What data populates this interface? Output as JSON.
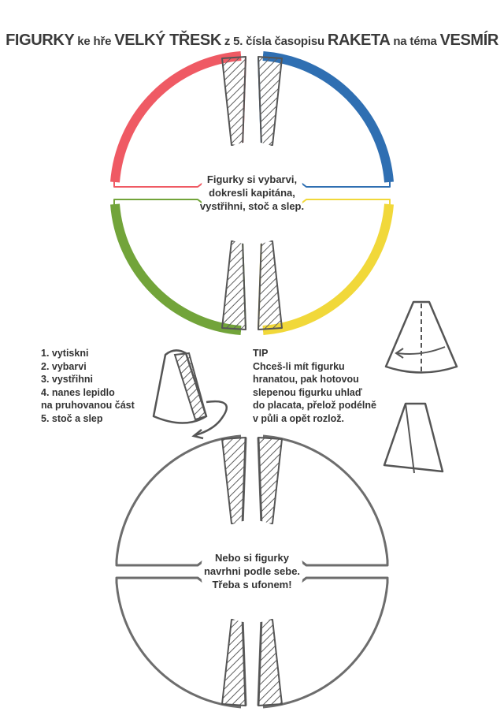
{
  "title": {
    "parts": [
      {
        "text": "FIGURKY",
        "size": "big"
      },
      {
        "text": " ke hře ",
        "size": "small"
      },
      {
        "text": "VELKÝ TŘESK",
        "size": "big"
      },
      {
        "text": " z 5. čísla časopisu ",
        "size": "small"
      },
      {
        "text": "RAKETA",
        "size": "big"
      },
      {
        "text": " na téma ",
        "size": "small"
      },
      {
        "text": "VESMÍR",
        "size": "big"
      }
    ]
  },
  "colors": {
    "red": "#ef5a64",
    "blue": "#2f6fb2",
    "green": "#72a43a",
    "yellow": "#f1d83a",
    "outline": "#6d6d6d"
  },
  "top_circle": {
    "lines": [
      "Figurky si vybarvi,",
      "dokresli kapitána,",
      "vystřihni, stoč a slep."
    ]
  },
  "steps": {
    "lines": [
      "1. vytiskni",
      "2. vybarvi",
      "3. vystřihni",
      "4. nanes lepidlo",
      "na pruhovanou část",
      "5. stoč a slep"
    ]
  },
  "tip": {
    "heading": "TIP",
    "lines": [
      "Chceš-li mít figurku",
      "hranatou, pak hotovou",
      "slepenou figurku uhlaď",
      "do placata, přelož podélně",
      "v půli a opět rozlož."
    ]
  },
  "bottom_circle": {
    "lines": [
      "Nebo si figurky",
      "navrhni podle sebe.",
      "Třeba s ufonem!"
    ]
  }
}
